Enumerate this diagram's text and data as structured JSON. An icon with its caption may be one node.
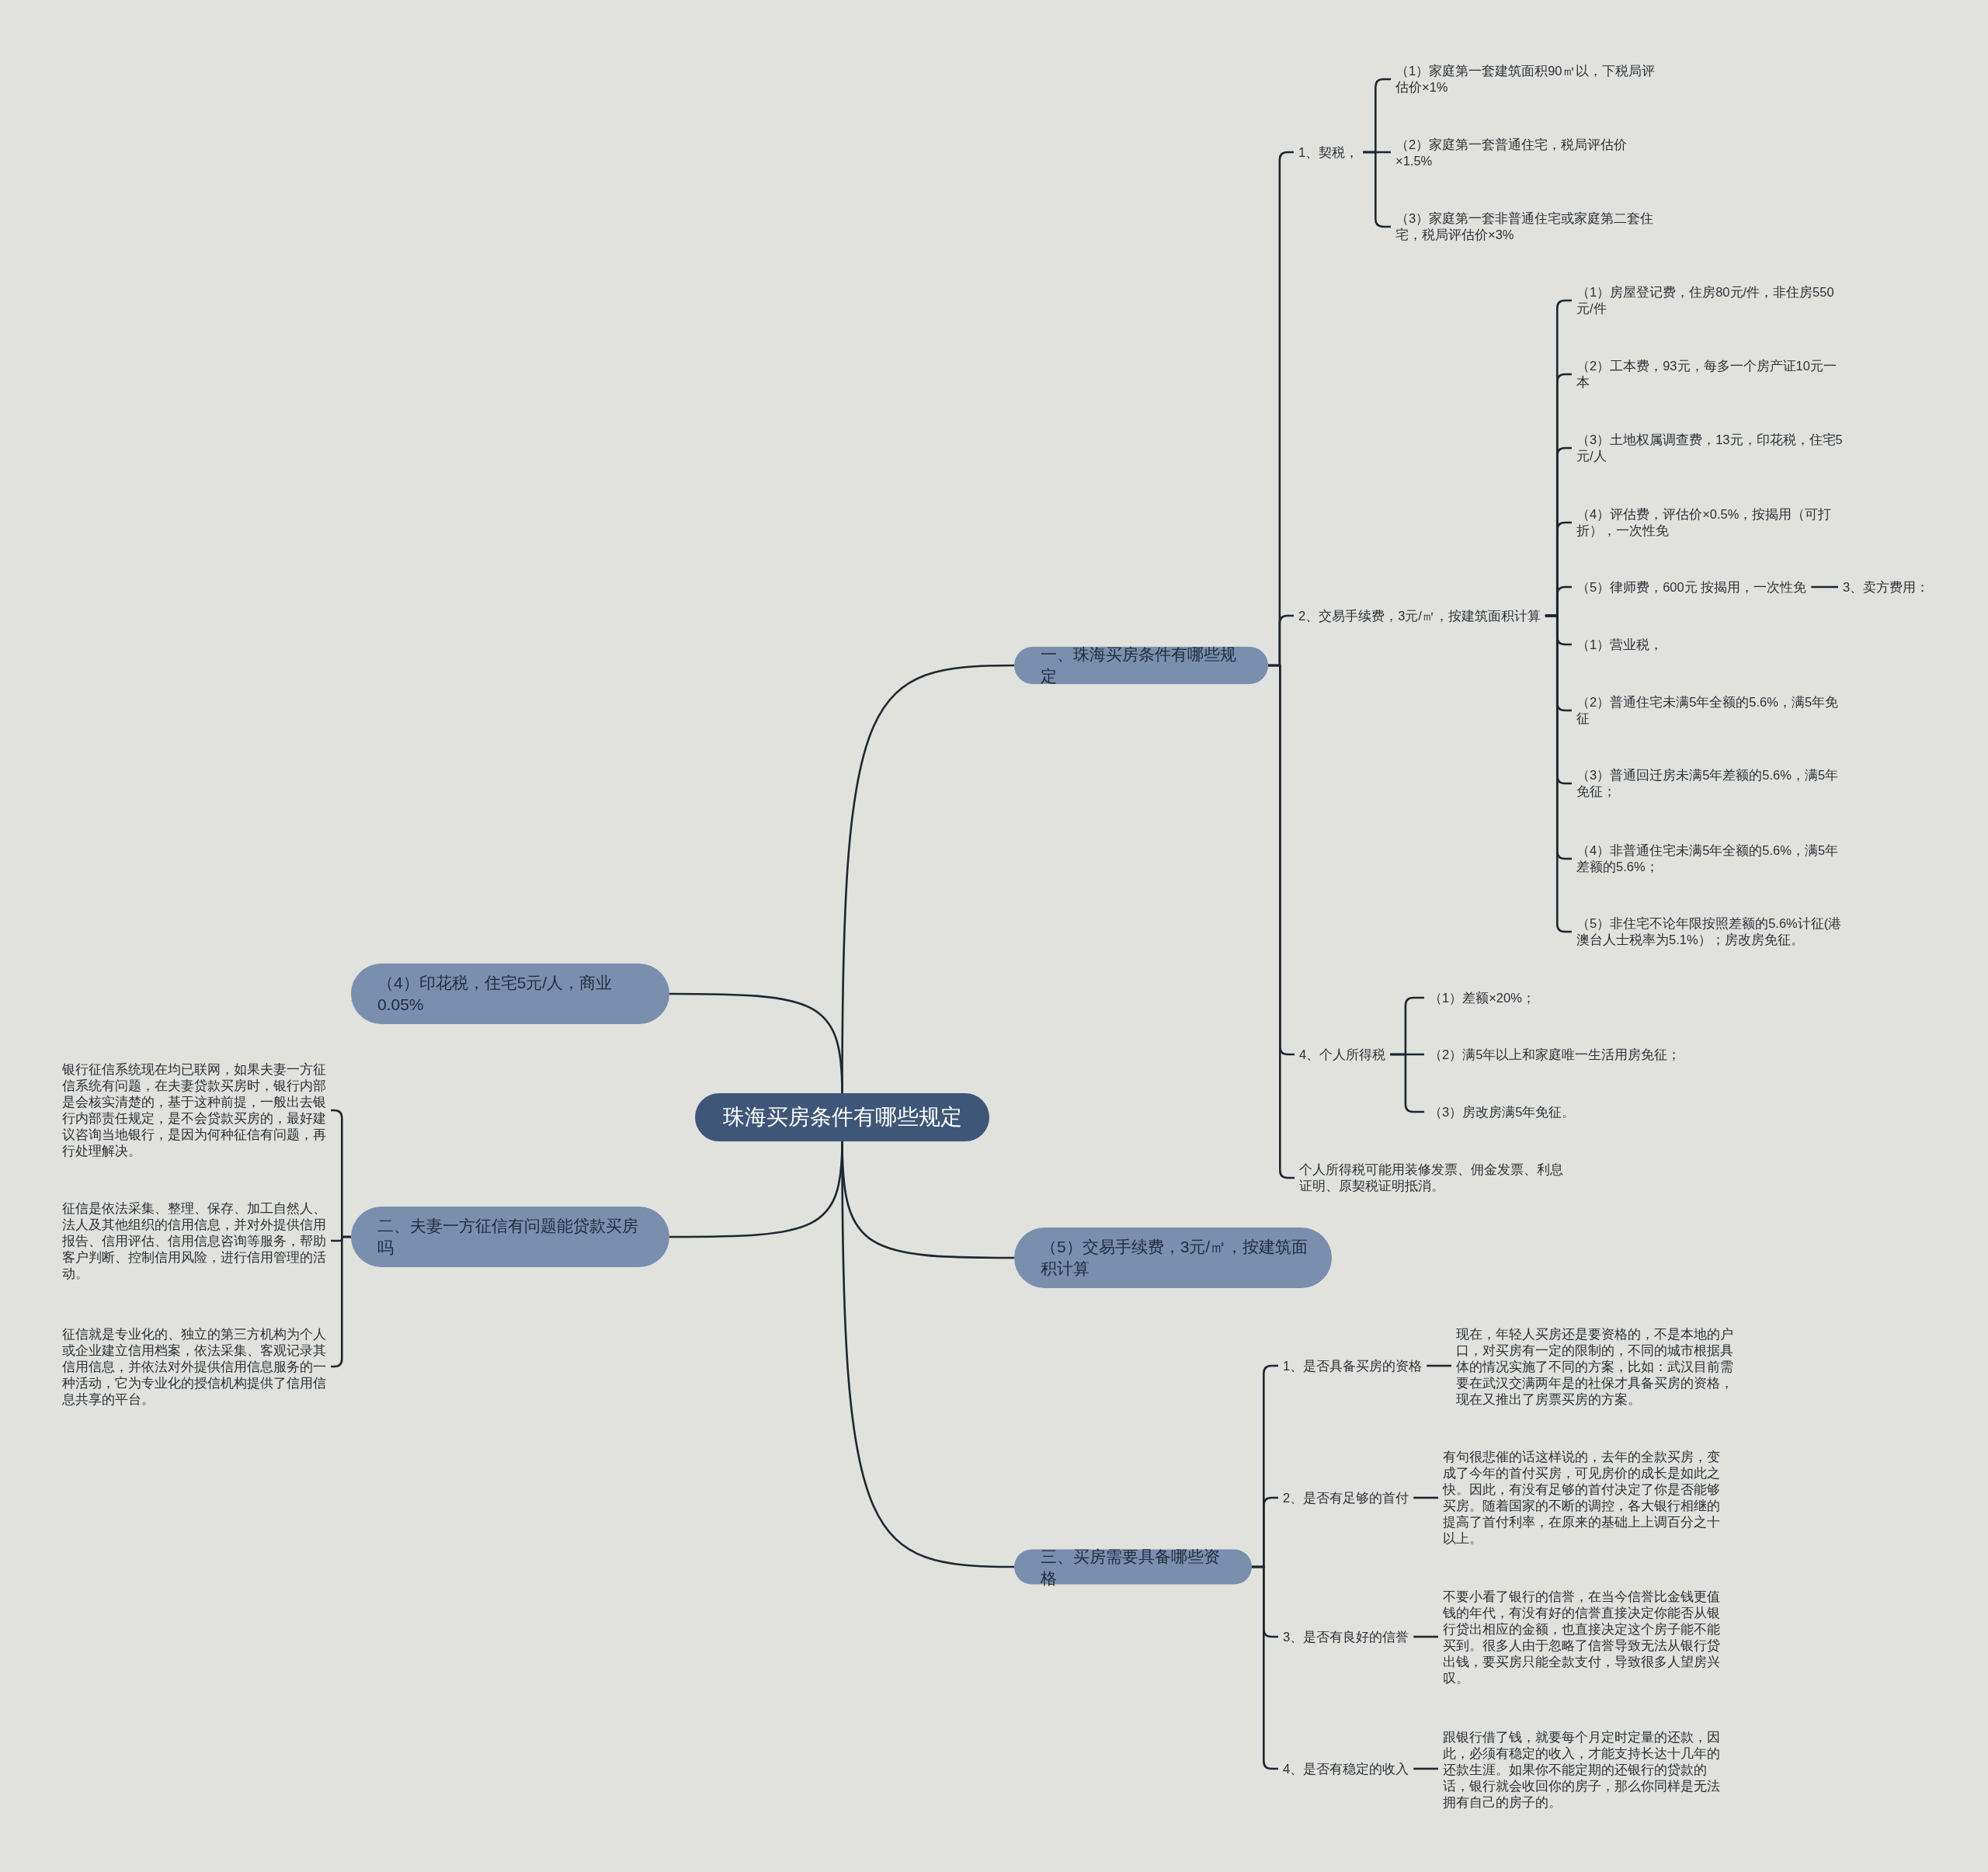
{
  "diagram": {
    "nodes": [
      {
        "text": [
          "珠海买房条件有哪些规定"
        ]
      },
      {
        "text": [
          "一、珠海买房条件有哪些规定"
        ]
      },
      {
        "text": [
          "1、契税，"
        ]
      },
      {
        "text": [
          "（1）家庭第一套建筑面积90㎡以，下税局评估价×1%"
        ]
      },
      {
        "text": [
          "（2）家庭第一套普通住宅，税局评估价×1.5%"
        ]
      },
      {
        "text": [
          "（3）家庭第一套非普通住宅或家庭第二套住宅，税局评估价×3%"
        ]
      },
      {
        "text": [
          "2、交易手续费，3元/㎡，按建筑面积计算"
        ]
      },
      {
        "text": [
          "（1）房屋登记费，住房80元/件，非住房550元/件"
        ]
      },
      {
        "text": [
          "（2）工本费，93元，每多一个房产证10元一本"
        ]
      },
      {
        "text": [
          "（3）土地权属调查费，13元，印花税，住宅5元/人"
        ]
      },
      {
        "text": [
          "（4）评估费，评估价×0.5%，按揭用（可打折），一次性免"
        ]
      },
      {
        "text": [
          "（5）律师费，600元 按揭用，一次性免"
        ]
      },
      {
        "text": [
          "3、卖方费用："
        ]
      },
      {
        "text": [
          "（1）营业税，"
        ]
      },
      {
        "text": [
          "（2）普通住宅未满5年全额的5.6%，满5年免征"
        ]
      },
      {
        "text": [
          "（3）普通回迁房未满5年差额的5.6%，满5年免征；"
        ]
      },
      {
        "text": [
          "（4）非普通住宅未满5年全额的5.6%，满5年差额的5.6%；"
        ]
      },
      {
        "text": [
          "（5）非住宅不论年限按照差额的5.6%计征(港澳台人士税率为5.1%）；房改房免征。"
        ]
      },
      {
        "text": [
          "4、个人所得税"
        ]
      },
      {
        "text": [
          "（1）差额×20%；"
        ]
      },
      {
        "text": [
          "（2）满5年以上和家庭唯一生活用房免征；"
        ]
      },
      {
        "text": [
          "（3）房改房满5年免征。"
        ]
      },
      {
        "text": [
          "个人所得税可能用装修发票、佣金发票、利息证明、原契税证明抵消。"
        ]
      },
      {
        "text": [
          "（5）交易手续费，3元/㎡，按建筑面积计算"
        ]
      },
      {
        "text": [
          "三、买房需要具备哪些资格"
        ]
      },
      {
        "text": [
          "1、是否具备买房的资格"
        ]
      },
      {
        "text": [
          "现在，年轻人买房还是要资格的，不是本地的户口，对买房有一定的限制的，不同的城市根据具体的情况实施了不同的方案，比如：武汉目前需要在武汉交满两年是的社保才具备买房的资格，现在又推出了房票买房的方案。"
        ]
      },
      {
        "text": [
          "2、是否有足够的首付"
        ]
      },
      {
        "text": [
          "有句很悲催的话这样说的，去年的全款买房，变成了今年的首付买房，可见房价的成长是如此之快。因此，有没有足够的首付决定了你是否能够买房。随着国家的不断的调控，各大银行相继的提高了首付利率，在原来的基础上上调百分之十以上。"
        ]
      },
      {
        "text": [
          "3、是否有良好的信誉"
        ]
      },
      {
        "text": [
          "不要小看了银行的信誉，在当今信誉比金钱更值钱的年代，有没有好的信誉直接决定你能否从银行贷出相应的金额，也直接决定这个房子能不能买到。很多人由于忽略了信誉导致无法从银行贷出钱，要买房只能全款支付，导致很多人望房兴叹。"
        ]
      },
      {
        "text": [
          "4、是否有稳定的收入"
        ]
      },
      {
        "text": [
          "跟银行借了钱，就要每个月定时定量的还款，因此，必须有稳定的收入，才能支持长达十几年的还款生涯。如果你不能定期的还银行的贷款的话，银行就会收回你的房子，那么你同样是无法拥有自己的房子的。"
        ]
      },
      {
        "text": [
          "（4）印花税，住宅5元/人，商业0.05%"
        ]
      },
      {
        "text": [
          "二、夫妻一方征信有问题能贷款买房吗"
        ]
      },
      {
        "text": [
          "银行征信系统现在均已联网，如果夫妻一方征信系统有问题，在夫妻贷款买房时，银行内部是会核实清楚的，基于这种前提，一般出去银行内部责任规定，是不会贷款买房的，最好建议咨询当地银行，是因为何种征信有问题，再行处理解决。"
        ]
      },
      {
        "text": [
          "征信是依法采集、整理、保存、加工自然人、法人及其他组织的信用信息，并对外提供信用报告、信用评估、信用信息咨询等服务，帮助客户判断、控制信用风险，进行信用管理的活动。"
        ]
      },
      {
        "text": [
          "征信就是专业化的、独立的第三方机构为个人或企业建立信用档案，依法采集、客观记录其信用信息，并依法对外提供信用信息服务的一种活动，它为专业化的授信机构提供了信用信息共享的平台。"
        ]
      }
    ],
    "edges": [
      {
        "from": 0,
        "to": 1,
        "arrow": "none"
      },
      {
        "from": 1,
        "to": 2,
        "arrow": "none"
      },
      {
        "from": 2,
        "to": 3,
        "arrow": "none"
      },
      {
        "from": 2,
        "to": 4,
        "arrow": "none"
      },
      {
        "from": 2,
        "to": 5,
        "arrow": "none"
      },
      {
        "from": 1,
        "to": 6,
        "arrow": "none"
      },
      {
        "from": 6,
        "to": 7,
        "arrow": "none"
      },
      {
        "from": 6,
        "to": 8,
        "arrow": "none"
      },
      {
        "from": 6,
        "to": 9,
        "arrow": "none"
      },
      {
        "from": 6,
        "to": 10,
        "arrow": "none"
      },
      {
        "from": 6,
        "to": 11,
        "arrow": "none"
      },
      {
        "from": 11,
        "to": 12,
        "arrow": "none"
      },
      {
        "from": 6,
        "to": 13,
        "arrow": "none"
      },
      {
        "from": 6,
        "to": 14,
        "arrow": "none"
      },
      {
        "from": 6,
        "to": 15,
        "arrow": "none"
      },
      {
        "from": 6,
        "to": 16,
        "arrow": "none"
      },
      {
        "from": 6,
        "to": 17,
        "arrow": "none"
      },
      {
        "from": 1,
        "to": 18,
        "arrow": "none"
      },
      {
        "from": 18,
        "to": 19,
        "arrow": "none"
      },
      {
        "from": 18,
        "to": 20,
        "arrow": "none"
      },
      {
        "from": 18,
        "to": 21,
        "arrow": "none"
      },
      {
        "from": 1,
        "to": 22,
        "arrow": "none"
      },
      {
        "from": 0,
        "to": 23,
        "arrow": "none"
      },
      {
        "from": 0,
        "to": 24,
        "arrow": "none"
      },
      {
        "from": 24,
        "to": 25,
        "arrow": "none"
      },
      {
        "from": 25,
        "to": 26,
        "arrow": "none"
      },
      {
        "from": 24,
        "to": 27,
        "arrow": "none"
      },
      {
        "from": 27,
        "to": 28,
        "arrow": "none"
      },
      {
        "from": 24,
        "to": 29,
        "arrow": "none"
      },
      {
        "from": 29,
        "to": 30,
        "arrow": "none"
      },
      {
        "from": 24,
        "to": 31,
        "arrow": "none"
      },
      {
        "from": 31,
        "to": 32,
        "arrow": "none"
      },
      {
        "from": 0,
        "to": 33,
        "arrow": "none"
      },
      {
        "from": 0,
        "to": 34,
        "arrow": "none"
      },
      {
        "from": 34,
        "to": 35,
        "arrow": "none"
      },
      {
        "from": 34,
        "to": 36,
        "arrow": "none"
      },
      {
        "from": 34,
        "to": 37,
        "arrow": "none"
      }
    ]
  }
}
